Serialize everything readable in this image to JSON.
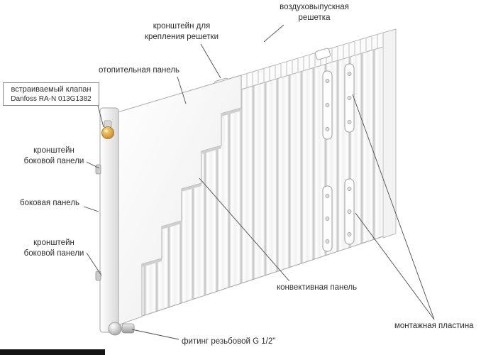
{
  "labels": {
    "air_vent_grille": {
      "line1": "воздуховыпускная",
      "line2": "решетка"
    },
    "grille_bracket": {
      "line1": "кронштейн для",
      "line2": "крепления решетки"
    },
    "heating_panel": {
      "text": "отопительная панель"
    },
    "builtin_valve": {
      "line1": "встраиваемый клапан",
      "line2": "Danfoss RA-N 013G1382"
    },
    "side_panel_bracket_top": {
      "line1": "кронштейн",
      "line2": "боковой панели"
    },
    "side_panel": {
      "text": "боковая панель"
    },
    "side_panel_bracket_bottom": {
      "line1": "кронштейн",
      "line2": "боковой панели"
    },
    "convective_panel": {
      "text": "конвективная панель"
    },
    "threaded_fitting": {
      "text": "фитинг резьбовой G 1/2\""
    },
    "mounting_plate": {
      "text": "монтажная пластина"
    }
  },
  "colors": {
    "leader_line": "#4d4d4d",
    "valve_brass": "#d99a2b",
    "text": "#2e2e2e"
  }
}
